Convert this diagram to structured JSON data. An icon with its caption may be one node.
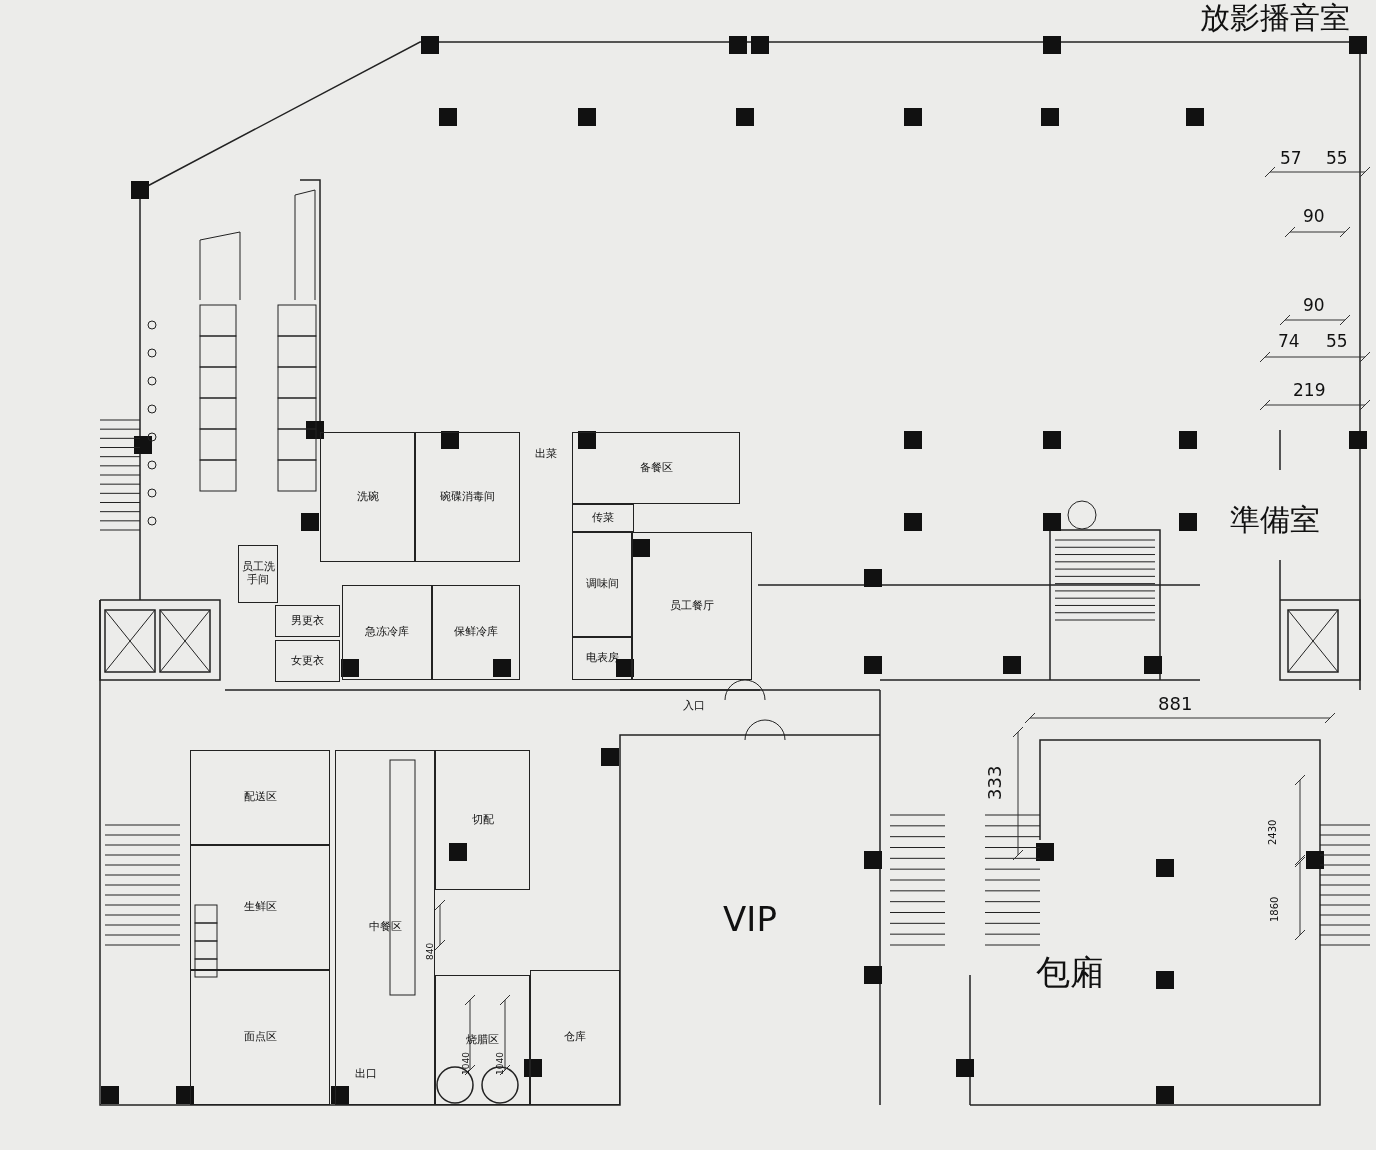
{
  "diagram": {
    "nodes": [
      {
        "text": [
          "放影播音室"
        ]
      },
      {
        "text": [
          "準備室"
        ],
        "in": 0
      },
      {
        "text": [
          "洗碗"
        ]
      },
      {
        "text": [
          "碗碟消毒间"
        ]
      },
      {
        "text": [
          "急冻冷库"
        ]
      },
      {
        "text": [
          "保鲜冷库"
        ]
      },
      {
        "text": [
          "员工洗手间"
        ]
      },
      {
        "text": [
          "男更衣"
        ]
      },
      {
        "text": [
          "女更衣"
        ]
      },
      {
        "text": [
          "备餐区"
        ]
      },
      {
        "text": [
          "传菜"
        ]
      },
      {
        "text": [
          "员工餐厅"
        ]
      },
      {
        "text": [
          "调味间"
        ]
      },
      {
        "text": [
          "电表房"
        ]
      },
      {
        "text": [
          "VIP"
        ]
      },
      {
        "text": [
          "包廂"
        ]
      },
      {
        "text": [
          "配送区"
        ]
      },
      {
        "text": [
          "生鲜区"
        ]
      },
      {
        "text": [
          "面点区"
        ]
      },
      {
        "text": [
          "中餐区"
        ]
      },
      {
        "text": [
          "切配"
        ]
      },
      {
        "text": [
          "烧腊区"
        ]
      },
      {
        "text": [
          "仓库"
        ]
      }
    ],
    "edges": [],
    "labels": [
      "出菜",
      "入口",
      "出口",
      "57",
      "55",
      "90",
      "90",
      "74",
      "55",
      "219",
      "881",
      "333",
      "2430",
      "1860",
      "840",
      "1040",
      "1040"
    ]
  }
}
